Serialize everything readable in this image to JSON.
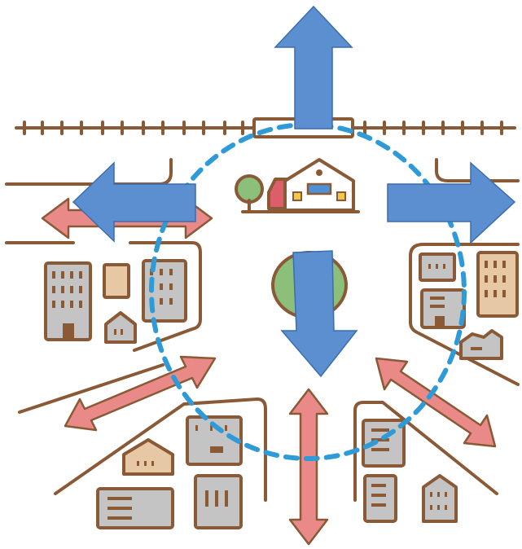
{
  "colors": {
    "outline": "#8a5a36",
    "building_fill": "#c4c4c4",
    "tan_fill": "#e6c9a4",
    "white_fill": "#ffffff",
    "pink_arrow": "#e98a88",
    "blue_arrow": "#5b8fd0",
    "blue_arrow_edge": "#3a6db0",
    "dashed_circle": "#2e9ad8",
    "tree_green": "#8cc07a",
    "roof_red": "#dd5e6a",
    "house_window_blue": "#4f8fd6",
    "house_window_yellow": "#f2c84b"
  },
  "diagram": {
    "scene": "town-with-station",
    "outward_blue_arrows": [
      "up",
      "left",
      "right",
      "down"
    ],
    "pink_two_way_arrows": 4,
    "dashed_ring": true,
    "central_hub": [
      "house",
      "tree",
      "small-building",
      "green-park"
    ]
  }
}
